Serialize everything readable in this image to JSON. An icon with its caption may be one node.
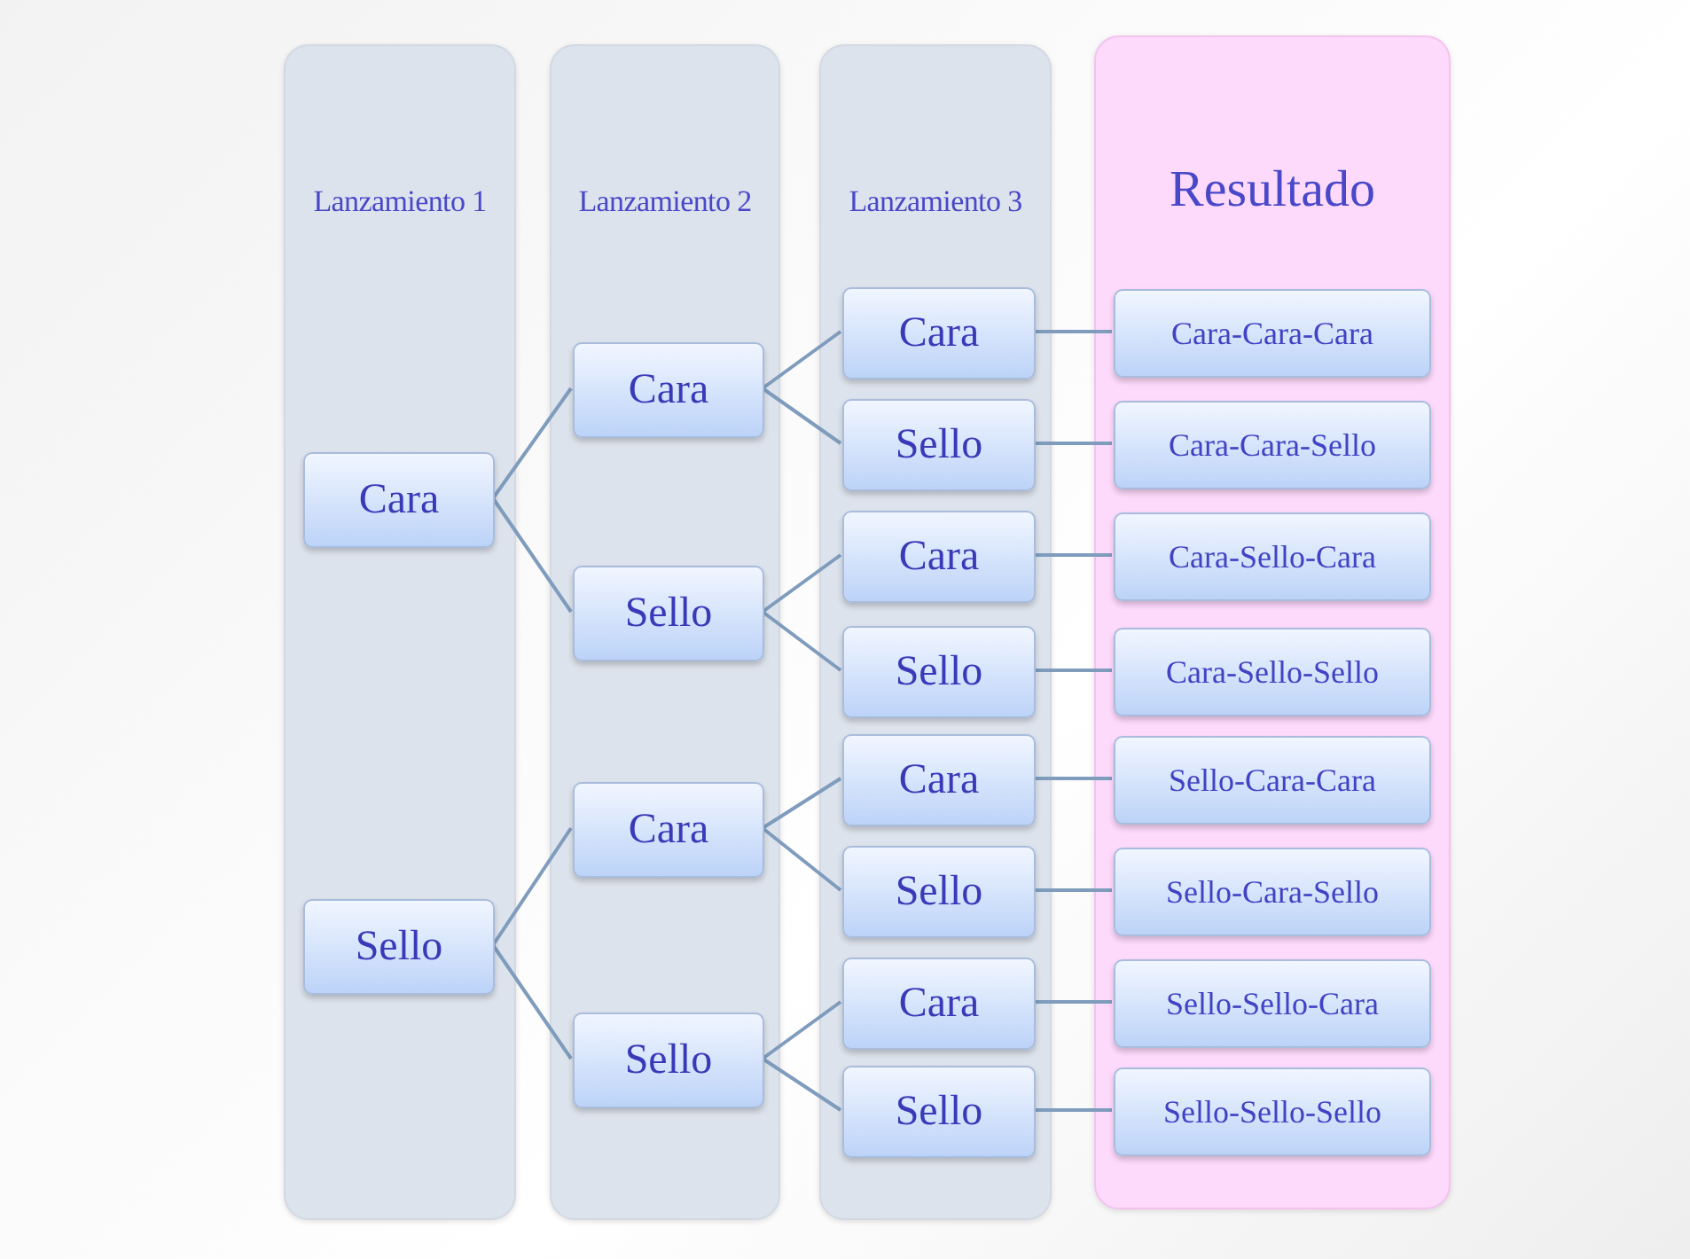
{
  "diagram": {
    "nodes": [
      {
        "text": [
          "Lanzamiento 1"
        ]
      },
      {
        "text": [
          "Cara"
        ],
        "in": 0
      },
      {
        "text": [
          "Sello"
        ],
        "in": 0
      },
      {
        "text": [
          "Lanzamiento 2"
        ]
      },
      {
        "text": [
          "Cara"
        ],
        "in": 3
      },
      {
        "text": [
          "Sello"
        ],
        "in": 3
      },
      {
        "text": [
          "Cara"
        ],
        "in": 3
      },
      {
        "text": [
          "Sello"
        ],
        "in": 3
      },
      {
        "text": [
          "Lanzamiento 3"
        ]
      },
      {
        "text": [
          "Cara"
        ],
        "in": 8
      },
      {
        "text": [
          "Sello"
        ],
        "in": 8
      },
      {
        "text": [
          "Cara"
        ],
        "in": 8
      },
      {
        "text": [
          "Sello"
        ],
        "in": 8
      },
      {
        "text": [
          "Cara"
        ],
        "in": 8
      },
      {
        "text": [
          "Sello"
        ],
        "in": 8
      },
      {
        "text": [
          "Cara"
        ],
        "in": 8
      },
      {
        "text": [
          "Sello"
        ],
        "in": 8
      },
      {
        "text": [
          "Resultado"
        ]
      },
      {
        "text": [
          "Cara-Cara-Cara"
        ],
        "in": 17
      },
      {
        "text": [
          "Cara-Cara-Sello"
        ],
        "in": 17
      },
      {
        "text": [
          "Cara-Sello-Cara"
        ],
        "in": 17
      },
      {
        "text": [
          "Cara-Sello-Sello"
        ],
        "in": 17
      },
      {
        "text": [
          "Sello-Cara-Cara"
        ],
        "in": 17
      },
      {
        "text": [
          "Sello-Cara-Sello"
        ],
        "in": 17
      },
      {
        "text": [
          "Sello-Sello-Cara"
        ],
        "in": 17
      },
      {
        "text": [
          "Sello-Sello-Sello"
        ],
        "in": 17
      }
    ],
    "edges": [
      {
        "from": 1,
        "to": 4,
        "arrow": "none"
      },
      {
        "from": 1,
        "to": 5,
        "arrow": "none"
      },
      {
        "from": 2,
        "to": 6,
        "arrow": "none"
      },
      {
        "from": 2,
        "to": 7,
        "arrow": "none"
      },
      {
        "from": 4,
        "to": 9,
        "arrow": "none"
      },
      {
        "from": 4,
        "to": 10,
        "arrow": "none"
      },
      {
        "from": 5,
        "to": 11,
        "arrow": "none"
      },
      {
        "from": 5,
        "to": 12,
        "arrow": "none"
      },
      {
        "from": 6,
        "to": 13,
        "arrow": "none"
      },
      {
        "from": 6,
        "to": 14,
        "arrow": "none"
      },
      {
        "from": 7,
        "to": 15,
        "arrow": "none"
      },
      {
        "from": 7,
        "to": 16,
        "arrow": "none"
      },
      {
        "from": 9,
        "to": 18,
        "arrow": "none"
      },
      {
        "from": 10,
        "to": 19,
        "arrow": "none"
      },
      {
        "from": 11,
        "to": 20,
        "arrow": "none"
      },
      {
        "from": 12,
        "to": 21,
        "arrow": "none"
      },
      {
        "from": 13,
        "to": 22,
        "arrow": "none"
      },
      {
        "from": 14,
        "to": 23,
        "arrow": "none"
      },
      {
        "from": 15,
        "to": 24,
        "arrow": "none"
      },
      {
        "from": 16,
        "to": 25,
        "arrow": "none"
      }
    ]
  }
}
